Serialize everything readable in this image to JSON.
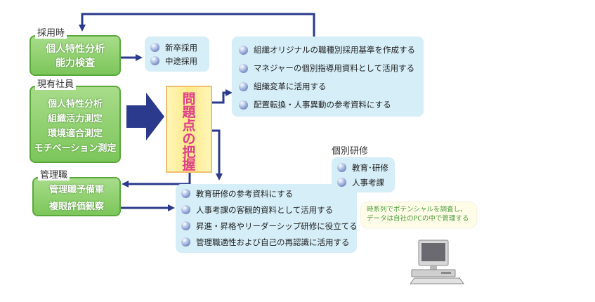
{
  "recruit": {
    "group_label": "採用時",
    "lines": [
      "個人特性分析",
      "能力検査"
    ],
    "types": [
      "新卒採用",
      "中途採用"
    ],
    "uses": [
      "組織オリジナルの職種別採用基準を作成する",
      "マネジャーの個別指導用資料として活用する",
      "組織変革に活用する",
      "配置転換・人事異動の参考資料にする"
    ]
  },
  "current": {
    "group_label": "現有社員",
    "lines": [
      "個人特性分析",
      "組織活力測定",
      "環境適合測定",
      "モチベーション測定"
    ]
  },
  "center": {
    "chars": [
      "問",
      "題",
      "点",
      "の",
      "把",
      "握"
    ]
  },
  "manager": {
    "group_label": "管理職",
    "lines": [
      "管理職予備軍",
      "複眼評価観察"
    ],
    "uses": [
      "教育研修の参考資料にする",
      "人事考課の客観的資料として活用する",
      "昇進・昇格やリーダーシップ研修に役立てる",
      "管理職適性および自己の再認識に活用する"
    ]
  },
  "individual": {
    "title": "個別研修",
    "items": [
      "教育･研修",
      "人事考課"
    ]
  },
  "callout": {
    "lines": [
      "時系列でポテンシャルを調査し、",
      "データは自社のPCの中で管理する"
    ]
  },
  "colors": {
    "arrow": "#2b3a8c",
    "green": "#7cc65a",
    "blue_box": "#d5eef8",
    "center_text": "#e0408a"
  }
}
